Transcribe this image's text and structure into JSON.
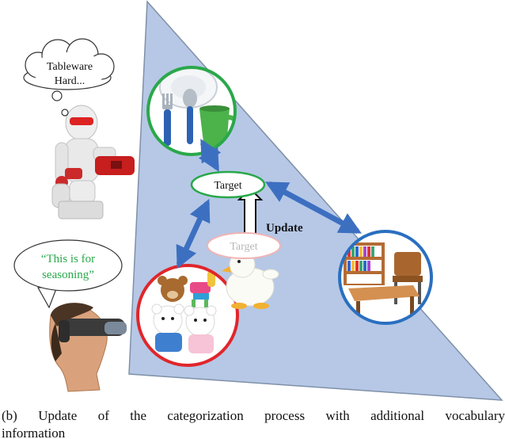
{
  "robot_thought": {
    "line1": "Tableware",
    "line2": "Hard..."
  },
  "human_speech": {
    "line1": "“This is for",
    "line2": "seasoning”"
  },
  "nodes": {
    "target_main": "Target",
    "target_faded": "Target"
  },
  "arrow_label": "Update",
  "caption": {
    "line1": "(b)  Update of the categorization process with additional vocabulary",
    "line2": "information"
  },
  "colors": {
    "triangle_fill": "#b6c8e6",
    "tableware_circle": "#2aa84a",
    "toy_circle": "#e0262b",
    "furniture_circle": "#2a6fc0",
    "arrow": "#3d6fc1",
    "speech_text": "#2aa84a",
    "target_border": "#2aa84a"
  }
}
